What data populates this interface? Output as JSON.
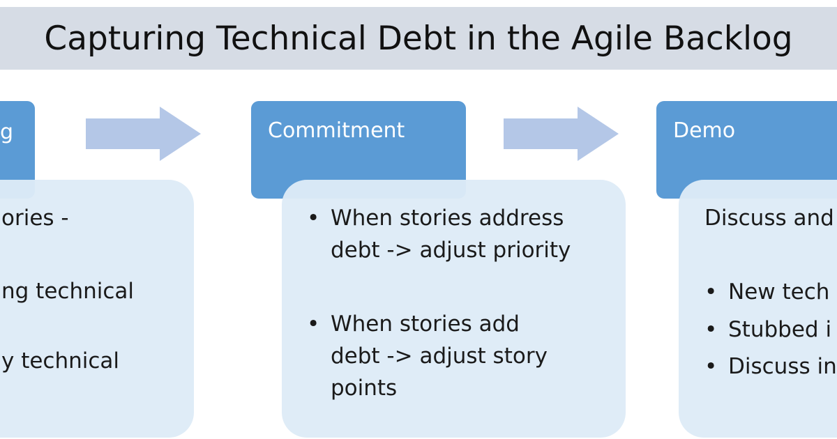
{
  "title": "Capturing Technical Debt in the Agile Backlog",
  "colors": {
    "title_band": "#d6dce5",
    "header_fill": "#5b9bd5",
    "content_fill": "#deebf7",
    "arrow_fill": "#b4c7e7"
  },
  "stages": [
    {
      "header": "g",
      "lines": [
        "ories -",
        "ng technical",
        "y technical"
      ]
    },
    {
      "header": "Commitment",
      "bullets": [
        {
          "line1": "When stories address",
          "line2": "debt -> adjust priority",
          "line3": ""
        },
        {
          "line1": "When stories add",
          "line2": "debt -> adjust story",
          "line3": "points"
        }
      ]
    },
    {
      "header": "Demo",
      "intro": "Discuss and",
      "bullets": [
        "New tech",
        "Stubbed i",
        "Discuss in"
      ]
    }
  ]
}
